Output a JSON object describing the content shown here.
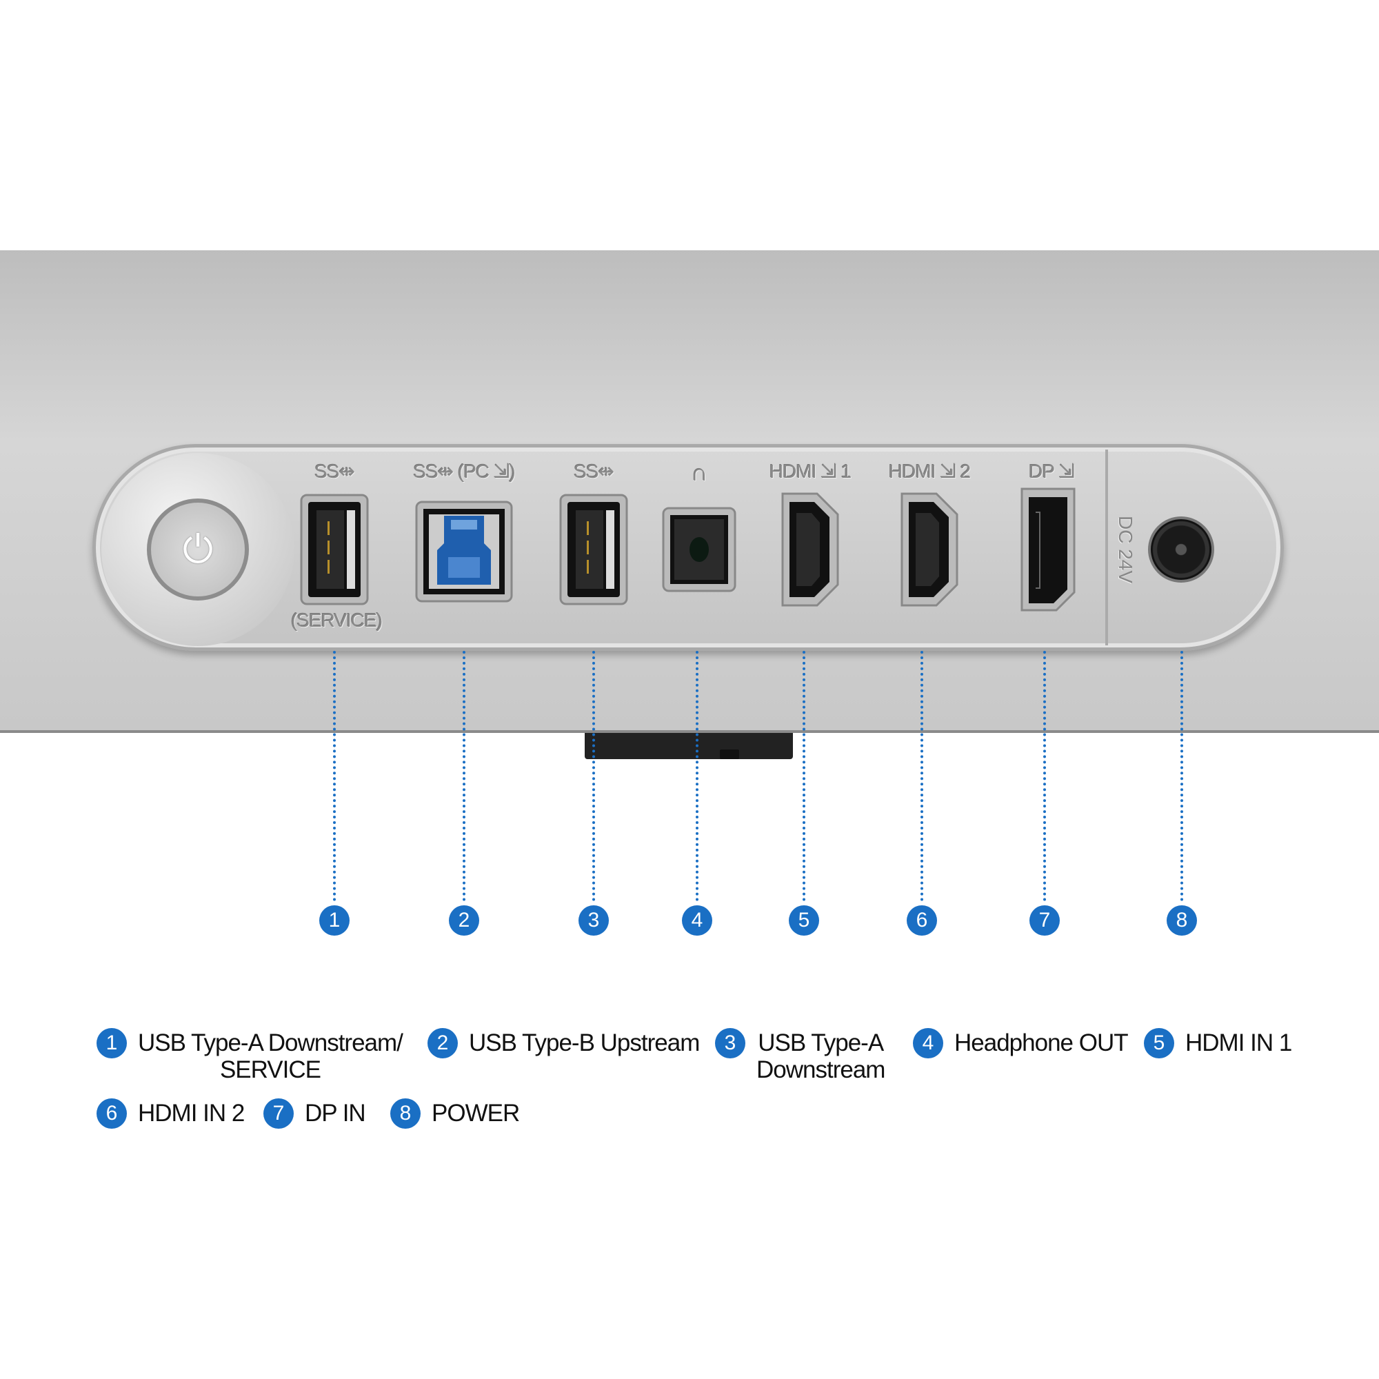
{
  "accent_color": "#1a6fc4",
  "port_labels": {
    "usb_a_1": "SS⇹",
    "service": "(SERVICE)",
    "usb_b": "SS⇹ (PC ⇲)",
    "usb_a_3": "SS⇹",
    "headphone": "∩",
    "hdmi1": "HDMI ⇲ 1",
    "hdmi2": "HDMI ⇲ 2",
    "dp": "DP ⇲",
    "dc": "DC 24V"
  },
  "callouts": [
    "1",
    "2",
    "3",
    "4",
    "5",
    "6",
    "7",
    "8"
  ],
  "legend": [
    {
      "num": "1",
      "text": "USB Type-A Downstream/",
      "text2": "SERVICE"
    },
    {
      "num": "2",
      "text": "USB Type-B Upstream"
    },
    {
      "num": "3",
      "text": "USB Type-A",
      "text2": "Downstream"
    },
    {
      "num": "4",
      "text": "Headphone OUT"
    },
    {
      "num": "5",
      "text": "HDMI IN 1"
    },
    {
      "num": "6",
      "text": "HDMI IN 2"
    },
    {
      "num": "7",
      "text": "DP IN"
    },
    {
      "num": "8",
      "text": "POWER"
    }
  ]
}
